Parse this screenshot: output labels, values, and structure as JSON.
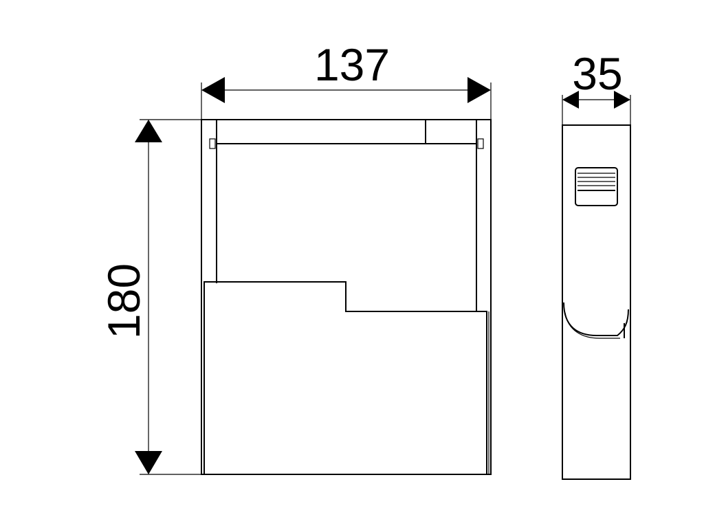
{
  "dimensions": {
    "width": "137",
    "height": "180",
    "depth": "35"
  },
  "colors": {
    "line": "#000000",
    "background": "#ffffff"
  }
}
